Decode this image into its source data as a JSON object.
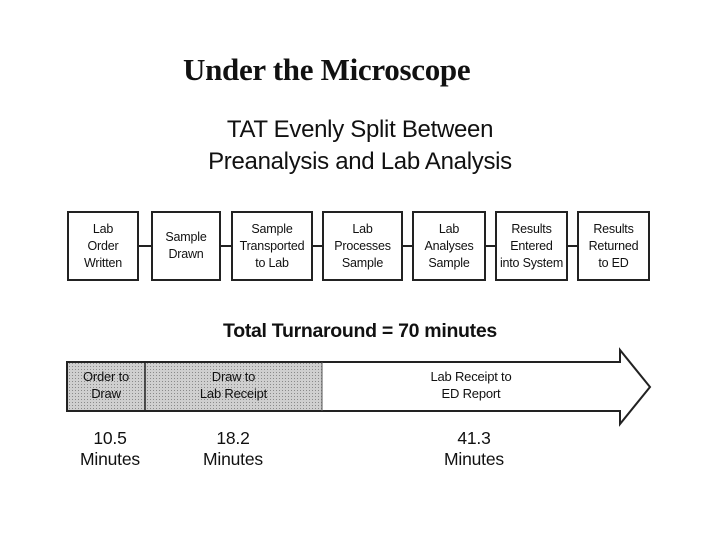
{
  "title": "Under the Microscope",
  "subtitle": {
    "line1": "TAT Evenly Split Between",
    "line2": "Preanalysis and Lab Analysis"
  },
  "steps": [
    {
      "label": "Lab\nOrder\nWritten"
    },
    {
      "label": "Sample\nDrawn"
    },
    {
      "label": "Sample\nTransported\nto Lab"
    },
    {
      "label": "Lab\nProcesses\nSample"
    },
    {
      "label": "Lab\nAnalyses\nSample"
    },
    {
      "label": "Results\nEntered\ninto System"
    },
    {
      "label": "Results\nReturned\nto ED"
    }
  ],
  "total_label": "Total Turnaround = 70 minutes",
  "segments": [
    {
      "label": "Order to\nDraw",
      "value": "10.5",
      "unit": "Minutes",
      "shaded": true
    },
    {
      "label": "Draw to\nLab Receipt",
      "value": "18.2",
      "unit": "Minutes",
      "shaded": true
    },
    {
      "label": "Lab Receipt to\nED Report",
      "value": "41.3",
      "unit": "Minutes",
      "shaded": false
    }
  ],
  "colors": {
    "stroke": "#222222",
    "shade": "#bdbdbd"
  }
}
